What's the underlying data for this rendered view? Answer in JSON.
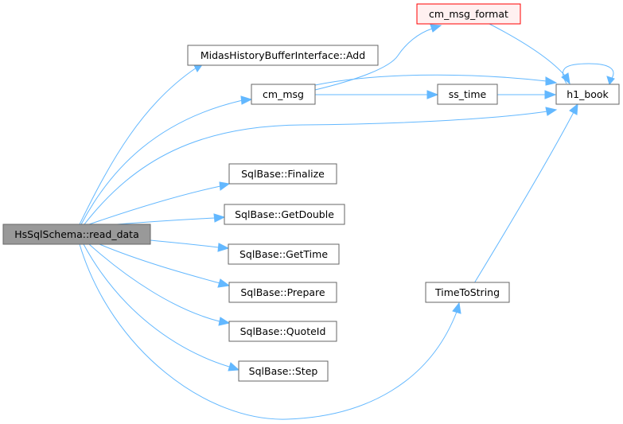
{
  "diagram": {
    "nodes": {
      "read_data": "HsSqlSchema::read_data",
      "midas_add": "MidasHistoryBufferInterface::Add",
      "cm_msg": "cm_msg",
      "cm_msg_format": "cm_msg_format",
      "ss_time": "ss_time",
      "h1_book": "h1_book",
      "finalize": "SqlBase::Finalize",
      "getdouble": "SqlBase::GetDouble",
      "gettime": "SqlBase::GetTime",
      "prepare": "SqlBase::Prepare",
      "quoteid": "SqlBase::QuoteId",
      "step": "SqlBase::Step",
      "timetostring": "TimeToString"
    },
    "colors": {
      "edge": "#63b8ff",
      "root_fill": "#999999",
      "node_border": "#666666",
      "warn_border": "#ff0000",
      "warn_fill": "#fff0f0"
    }
  }
}
